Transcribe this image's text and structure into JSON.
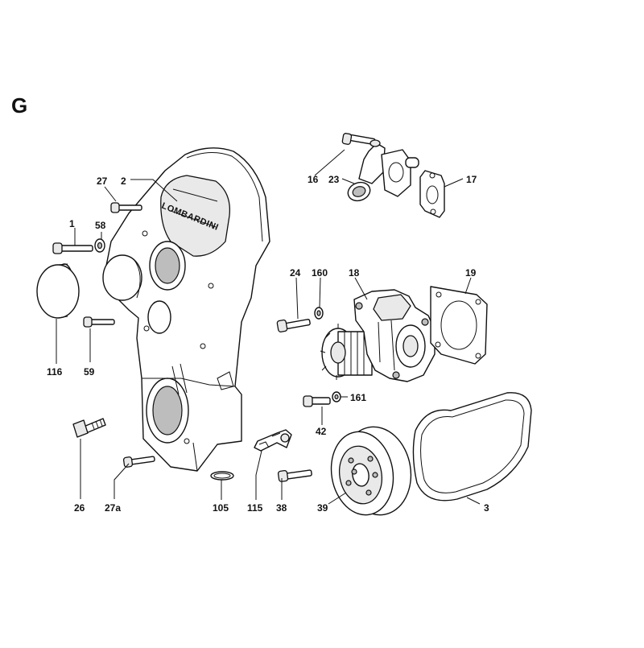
{
  "section": "G",
  "brand_mark": "LOMBARDINI",
  "callouts": {
    "c1": "1",
    "c2": "2",
    "c3": "3",
    "c16": "16",
    "c17": "17",
    "c18": "18",
    "c19": "19",
    "c23": "23",
    "c24": "24",
    "c26": "26",
    "c27": "27",
    "c27a": "27a",
    "c38": "38",
    "c39": "39",
    "c42": "42",
    "c58": "58",
    "c59": "59",
    "c105": "105",
    "c115": "115",
    "c116": "116",
    "c160": "160",
    "c161": "161"
  }
}
